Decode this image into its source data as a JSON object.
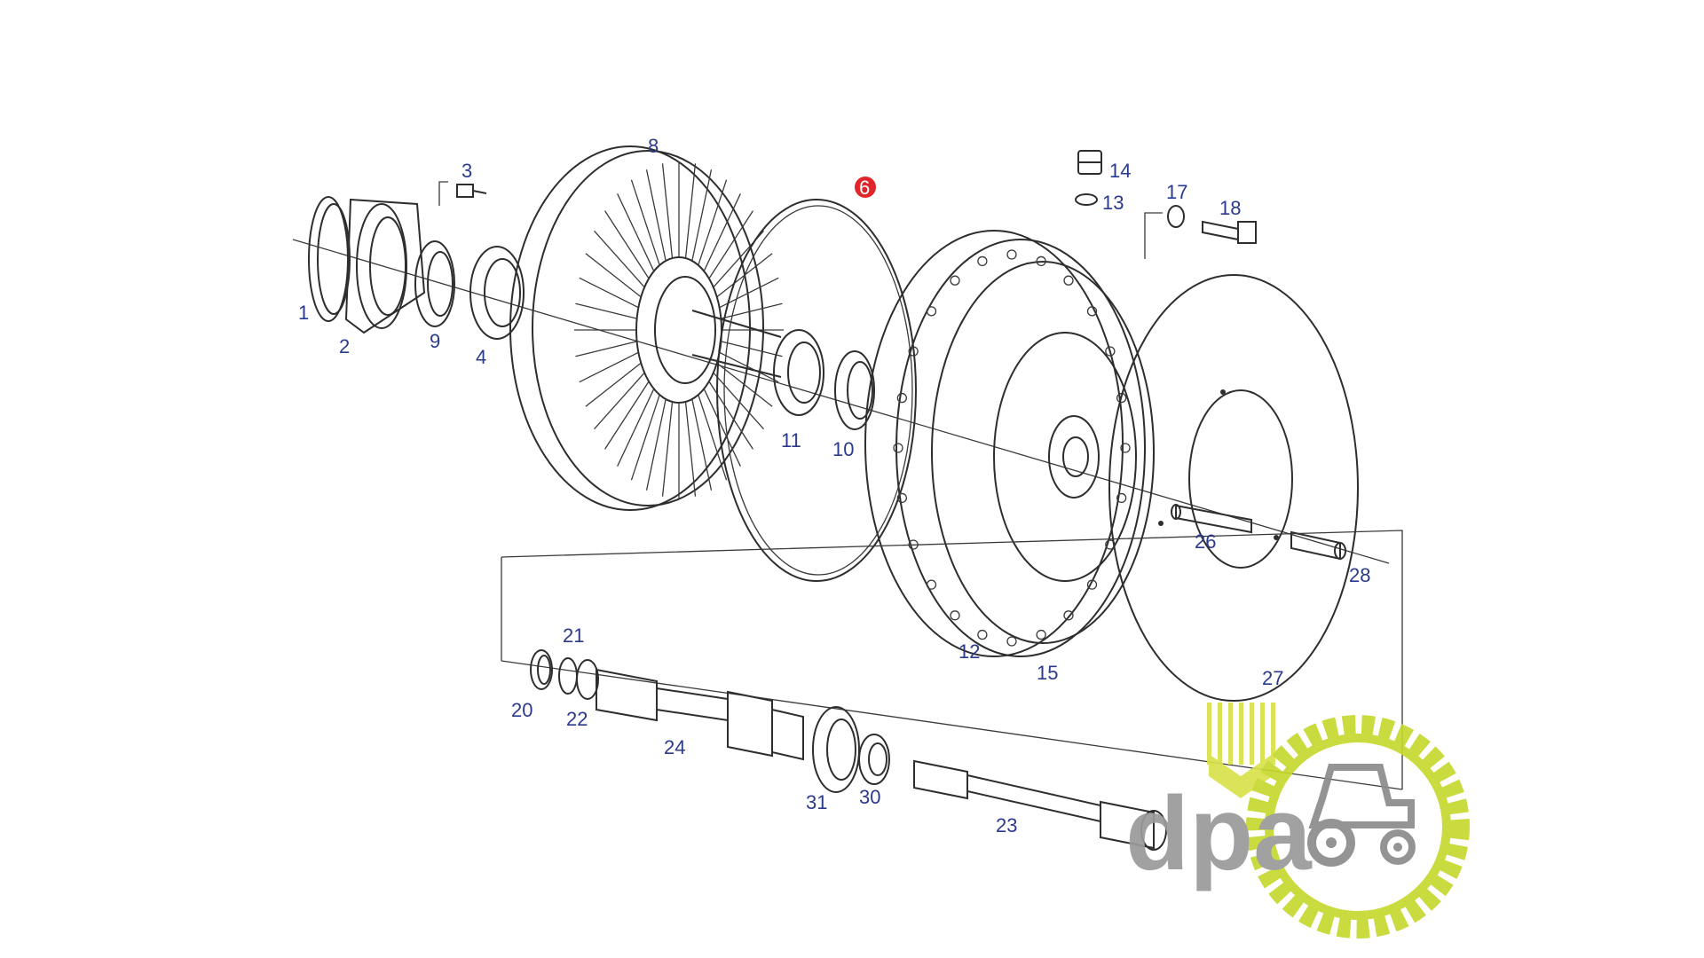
{
  "diagram": {
    "parts": [
      {
        "id": "p1",
        "label": "1"
      },
      {
        "id": "p2",
        "label": "2"
      },
      {
        "id": "p3",
        "label": "3"
      },
      {
        "id": "p4",
        "label": "4"
      },
      {
        "id": "p6",
        "label": "6",
        "highlighted": true
      },
      {
        "id": "p8",
        "label": "8"
      },
      {
        "id": "p9",
        "label": "9"
      },
      {
        "id": "p10",
        "label": "10"
      },
      {
        "id": "p11",
        "label": "11"
      },
      {
        "id": "p12",
        "label": "12"
      },
      {
        "id": "p13",
        "label": "13"
      },
      {
        "id": "p14",
        "label": "14"
      },
      {
        "id": "p15",
        "label": "15"
      },
      {
        "id": "p17",
        "label": "17"
      },
      {
        "id": "p18",
        "label": "18"
      },
      {
        "id": "p20",
        "label": "20"
      },
      {
        "id": "p21",
        "label": "21"
      },
      {
        "id": "p22",
        "label": "22"
      },
      {
        "id": "p23",
        "label": "23"
      },
      {
        "id": "p24",
        "label": "24"
      },
      {
        "id": "p26",
        "label": "26"
      },
      {
        "id": "p27",
        "label": "27"
      },
      {
        "id": "p28",
        "label": "28"
      },
      {
        "id": "p30",
        "label": "30"
      },
      {
        "id": "p31",
        "label": "31"
      }
    ],
    "colors": {
      "label": "#2b3a8a",
      "highlight": "#e0262b",
      "line": "#2e2e2e",
      "logo_gear": "#c5d82e",
      "logo_wheat": "#d8e24a",
      "logo_text": "#9a9a9a"
    }
  },
  "logo": {
    "text": "dpa",
    "icon": "tractor-gear-logo"
  }
}
